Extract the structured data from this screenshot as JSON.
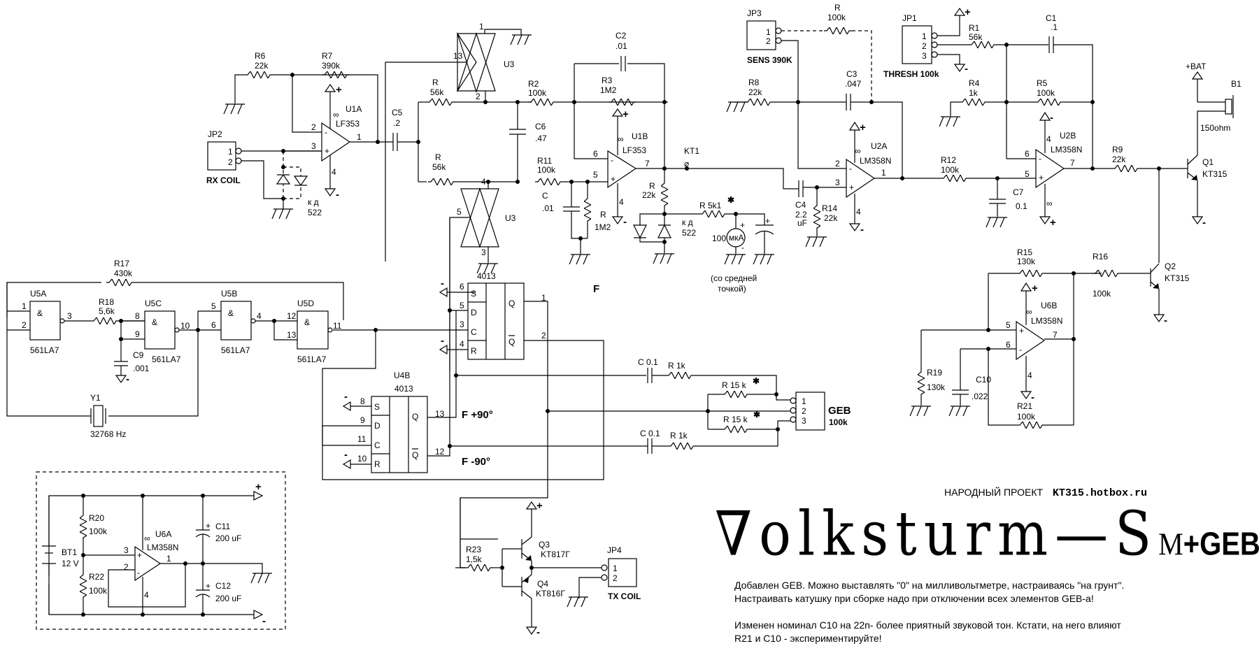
{
  "title_block": {
    "project_label": "НАРОДНЫЙ ПРОЕКТ",
    "site": "KT315.hotbox.ru",
    "logo_main": "∇olksturm—S",
    "logo_m": "M",
    "logo_geb": "+GEB",
    "notes": [
      "Добавлен GEB. Можно выставлять \"0\" на милливольтметре, настраиваясь \"на грунт\".",
      "Настраивать катушку при сборке надо при отключении всех элементов GEB-а!",
      "Изменен номинал С10 на 22n- более приятный звуковой тон. Кстати, на него влияют",
      "R21 и С10 - экспериментируйте!"
    ]
  },
  "labels": {
    "jp2": "JP2",
    "jp2_name": "RX COIL",
    "jp3": "JP3",
    "jp3_name": "SENS  390K",
    "jp1": "JP1",
    "jp1_name": "THRESH 100k",
    "jp4": "JP4",
    "jp4_name": "TX COIL",
    "geb": "GEB",
    "geb_val": "100k",
    "r6": "R6",
    "r6v": "22k",
    "r7": "R7",
    "r7v": "390k",
    "u1a": "U1A",
    "u1a_t": "LF353",
    "u1b": "U1B",
    "u1b_t": "LF353",
    "c5": "C5",
    "c5v": ".2",
    "u3": "U3",
    "r_56k": "R",
    "r_56k_v": "56k",
    "c6": "C6",
    "c6v": ".47",
    "r2": "R2",
    "r2v": "100k",
    "c2": "C2",
    "c2v": ".01",
    "r3": "R3",
    "r3v": "1M2",
    "r11": "R11",
    "r11v": "100k",
    "c_01": "C",
    "c_01v": ".01",
    "r_1m2": "R",
    "r_1m2v": "1M2",
    "kt1": "KT1",
    "r22k": "R",
    "r22kv": "22k",
    "r5k1": "R  5k1",
    "kd": "к д",
    "kd_v": "522",
    "meter": "100",
    "meter_unit": "мкА",
    "meter_note1": "(со средней",
    "meter_note2": "точкой)",
    "r8": "R8",
    "r8v": "22k",
    "r100k": "R",
    "r100kv": "100k",
    "c3": "C3",
    "c3v": ".047",
    "u2a": "U2A",
    "u2a_t": "LM358N",
    "c4": "C4",
    "c4v": "2.2",
    "c4u": "uF",
    "r14": "R14",
    "r14v": "22k",
    "r12": "R12",
    "r12v": "100k",
    "c7": "C7",
    "c7v": "0.1",
    "r1": "R1",
    "r1v": "56k",
    "c1": "C1",
    "c1v": ".1",
    "r4": "R4",
    "r4v": "1k",
    "r5": "R5",
    "r5v": "100k",
    "u2b": "U2B",
    "u2b_t": "LM358N",
    "r9": "R9",
    "r9v": "22k",
    "bat": "+BAT",
    "b1": "B1",
    "b1v": "150ohm",
    "q1": "Q1",
    "q1t": "KT315",
    "q2": "Q2",
    "q2t": "KT315",
    "r15": "R15",
    "r15v": "130k",
    "r16": "R16",
    "r16v": "100k",
    "u6b": "U6B",
    "u6b_t": "LM358N",
    "r19": "R19",
    "r19v": "130k",
    "c10": "C10",
    "c10v": ".022",
    "r21": "R21",
    "r21v": "100k",
    "r17": "R17",
    "r17v": "430k",
    "r18": "R18",
    "r18v": "5,6k",
    "u5a": "U5A",
    "u5b": "U5B",
    "u5c": "U5C",
    "u5d": "U5D",
    "ic561": "561LA7",
    "c9": "C9",
    "c9v": ".001",
    "y1": "Y1",
    "y1v": "32768 Hz",
    "ff": "4013",
    "u4b": "U4B",
    "f": "F",
    "fp90": "F +90°",
    "fm90": "F -90°",
    "c01": "C  0.1",
    "r1k": "R  1k",
    "r15k": "R  15 k",
    "r23": "R23",
    "r23v": "1,5k",
    "q3": "Q3",
    "q3t": "KT817Г",
    "q4": "Q4",
    "q4t": "KT816Г",
    "bt1": "BT1",
    "bt1v": "12 V",
    "r20": "R20",
    "r20v": "100k",
    "r22": "R22",
    "r22v": "100k",
    "u6a": "U6A",
    "u6a_t": "LM358N",
    "c11": "C11",
    "c11v": "200 uF",
    "c12": "C12",
    "c12v": "200 uF",
    "and": "&",
    "star": "✱",
    "plus": "+",
    "minus": "-"
  }
}
